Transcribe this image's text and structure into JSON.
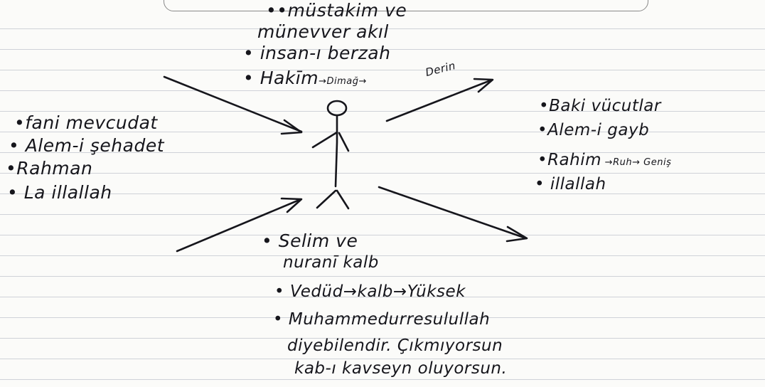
{
  "center": {
    "top_title_1": "müstakim ve",
    "top_title_2": "münevver akıl",
    "top_item_1": "insan-ı berzah",
    "top_item_2_hakim": "Hakīm",
    "top_item_2_dimag": "Dimağ",
    "top_item_2_derin": "Derin",
    "bottom_title_1": "Selim ve",
    "bottom_title_2": "nuranī kalb",
    "bottom_item_1_vedud": "Vedüd",
    "bottom_item_1_kalb": "kalb",
    "bottom_item_1_yuksek": "Yüksek",
    "bottom_item_2_1": "Muhammedurresulullah",
    "bottom_item_2_2": "diyebilendir. Çıkmıyorsun",
    "bottom_item_2_3": "kab-ı kavseyn oluyorsun."
  },
  "left": {
    "title": "fani mevcudat",
    "item_1": "Alem-i şehadet",
    "item_2": "Rahman",
    "item_3": "La illallah"
  },
  "right": {
    "title": "Baki vücutlar",
    "item_1": "Alem-i gayb",
    "item_2_rahim": "Rahim",
    "item_2_ruh": "Ruh",
    "item_2_genis": "Geniş",
    "item_3": "illallah"
  },
  "arrow_glyph": "→",
  "bullet_glyph": "•"
}
